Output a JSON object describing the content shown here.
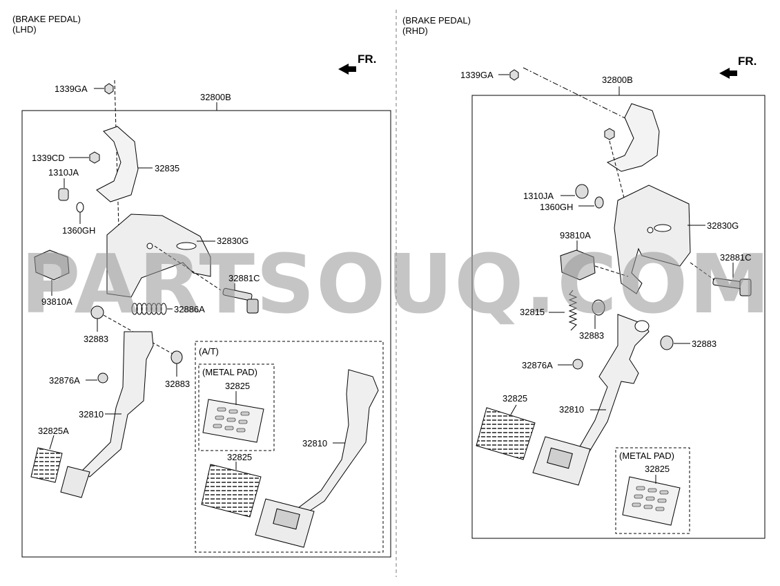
{
  "left": {
    "title_line1": "(BRAKE PEDAL)",
    "title_line2": "(LHD)",
    "fr": "FR.",
    "assembly": "32800B",
    "parts": {
      "p1339GA": "1339GA",
      "p1339CD": "1339CD",
      "p1310JA": "1310JA",
      "p1360GH": "1360GH",
      "p32835": "32835",
      "p32830G": "32830G",
      "p32881C": "32881C",
      "p93810A": "93810A",
      "p32886A": "32886A",
      "p32883a": "32883",
      "p32883b": "32883",
      "p32876A": "32876A",
      "p32810": "32810",
      "p32825A": "32825A"
    },
    "at_box": {
      "label": "(A/T)",
      "metal_pad": "(METAL PAD)",
      "p32825_metal": "32825",
      "p32825": "32825",
      "p32810": "32810"
    }
  },
  "right": {
    "title_line1": "(BRAKE PEDAL)",
    "title_line2": "(RHD)",
    "fr": "FR.",
    "assembly": "32800B",
    "parts": {
      "p1339GA": "1339GA",
      "p1310JA": "1310JA",
      "p1360GH": "1360GH",
      "p32830G": "32830G",
      "p93810A": "93810A",
      "p32881C": "32881C",
      "p32815": "32815",
      "p32883a": "32883",
      "p32883b": "32883",
      "p32876A": "32876A",
      "p32810": "32810",
      "p32825": "32825"
    },
    "metal_pad": "(METAL PAD)",
    "p32825_metal": "32825"
  },
  "watermark": "PARTSOUQ.COM"
}
